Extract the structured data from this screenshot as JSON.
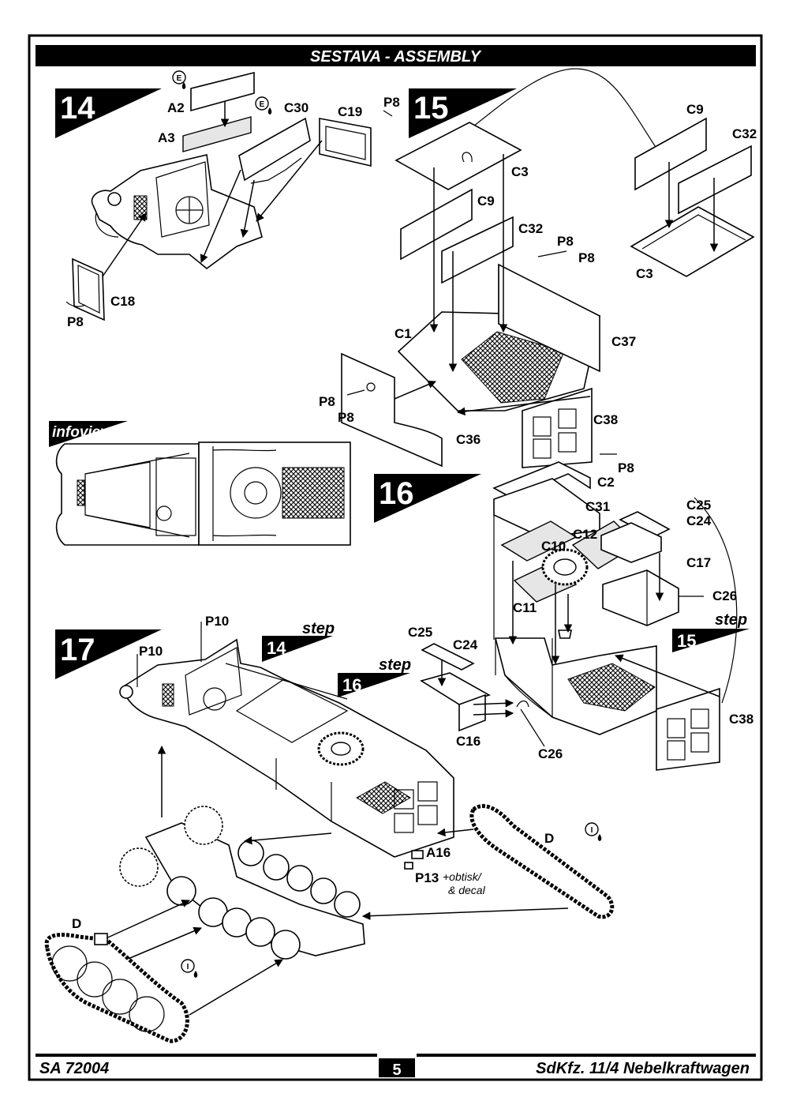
{
  "header": {
    "title": "SESTAVA - ASSEMBLY"
  },
  "steps": {
    "s14": "14",
    "s15": "15",
    "s16": "16",
    "s17": "17",
    "ref14": "14",
    "ref16": "16",
    "ref15": "15",
    "step_word": "step"
  },
  "infoview": "infoview",
  "symbols": {
    "e": "E",
    "i": "I"
  },
  "labels": {
    "a2": "A2",
    "a3": "A3",
    "c30": "C30",
    "c19": "C19",
    "p8_14a": "P8",
    "c18": "C18",
    "p8_14b": "P8",
    "c9_left": "C9",
    "c32_left": "C32",
    "c3_left": "C3",
    "c9_right": "C9",
    "c32_right": "C32",
    "c3_right": "C3",
    "p8_15a": "P8",
    "p8_15b": "P8",
    "c1": "C1",
    "c37": "C37",
    "p8_15c": "P8",
    "p8_15d": "P8",
    "c36": "C36",
    "c38": "C38",
    "p8_15e": "P8",
    "c2": "C2",
    "c31": "C31",
    "c25_top": "C25",
    "c24_top": "C24",
    "c12": "C12",
    "c10": "C10",
    "c17": "C17",
    "c26_top": "C26",
    "c11": "C11",
    "c25_bot": "C25",
    "c24_bot": "C24",
    "c16": "C16",
    "c26_bot": "C26",
    "c38_bot": "C38",
    "p10_a": "P10",
    "p10_b": "P10",
    "a16": "A16",
    "p13": "P13",
    "p13_note_1": "+obtisk/",
    "p13_note_2": "& decal",
    "d_right": "D",
    "d_left": "D"
  },
  "footer": {
    "code": "SA 72004",
    "page": "5",
    "name": "SdKfz. 11/4 Nebelkraftwagen"
  }
}
